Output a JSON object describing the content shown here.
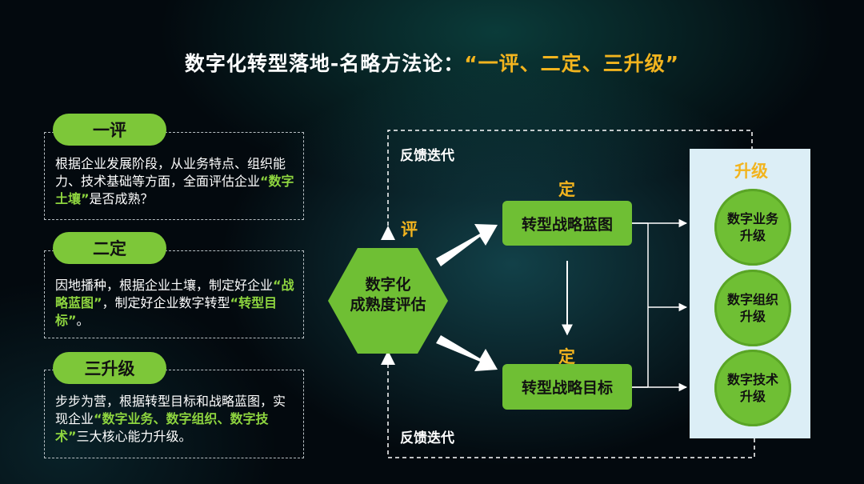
{
  "title": {
    "main": "数字化转型落地-名略方法论：",
    "highlight": "“一评、二定、三升级”"
  },
  "left_panels": [
    {
      "pill": "一评",
      "text_before": "根据企业发展阶段，从业务特点、组织能力、技术基础等方面，全面评估企业",
      "highlight": "“数字土壤”",
      "text_after": "是否成熟？"
    },
    {
      "pill": "二定",
      "text_before": "因地播种，根据企业土壤，制定好企业",
      "highlight": "“战略蓝图”",
      "text_middle": "，制定好企业数字转型",
      "highlight2": "“转型目标”",
      "text_after": "。"
    },
    {
      "pill": "三升级",
      "text_before": "步步为营，根据转型目标和战略蓝图，实现企业",
      "highlight": "“数字业务、数字组织、数字技术”",
      "text_after": "三大核心能力升级。"
    }
  ],
  "diagram": {
    "feedback_top": "反馈迭代",
    "feedback_bottom": "反馈迭代",
    "ping_label": "评",
    "hex_line1": "数字化",
    "hex_line2": "成熟度评估",
    "ding_label_top": "定",
    "ding_label_bottom": "定",
    "box_top": "转型战略蓝图",
    "box_bottom": "转型战略目标",
    "upgrade_title": "升级",
    "circles": [
      {
        "line1": "数字业务",
        "line2": "升级"
      },
      {
        "line1": "数字组织",
        "line2": "升级"
      },
      {
        "line1": "数字技术",
        "line2": "升级"
      }
    ]
  },
  "colors": {
    "green": "#6fbf34",
    "pill_green": "#7dc739",
    "yellow": "#f2b41e",
    "highlight_green": "#8ed53f",
    "upgrade_bg": "#dceef6"
  }
}
